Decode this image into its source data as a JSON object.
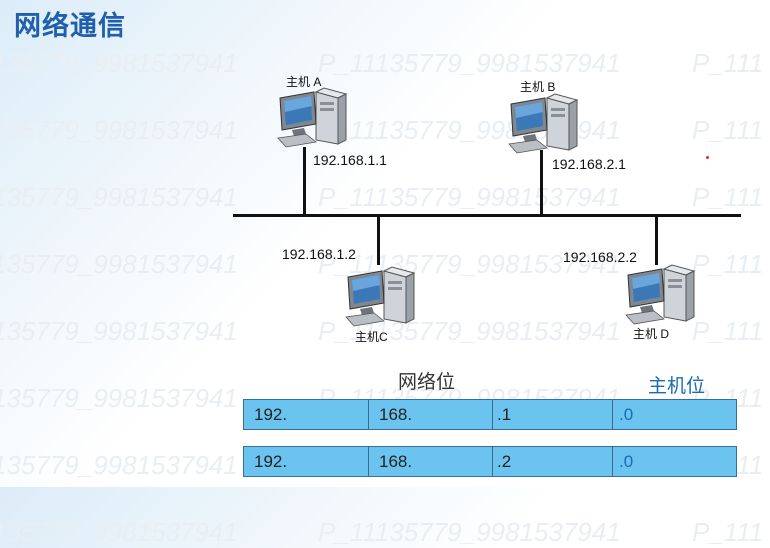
{
  "title": "网络通信",
  "watermark": [
    "135779_9981537941",
    "P_11135779_9981537941",
    "P_111"
  ],
  "hosts": [
    {
      "name": "主机 A",
      "ip": "192.168.1.1"
    },
    {
      "name": "主机 B",
      "ip": "192.168.2.1"
    },
    {
      "name": "主机C",
      "ip": "192.168.1.2"
    },
    {
      "name": "主机 D",
      "ip": "192.168.2.2"
    }
  ],
  "table": {
    "network_heading": "网络位",
    "host_heading": "主机位",
    "rows": [
      [
        "192.",
        "168.",
        ".1",
        ".0"
      ],
      [
        "192.",
        "168.",
        ".2",
        ".0"
      ]
    ]
  },
  "colors": {
    "title": "#1f5fae",
    "cell_fill": "#6bc3f0",
    "host_heading": "#1a6bb0"
  },
  "icons": [
    "desktop-computer-icon"
  ]
}
